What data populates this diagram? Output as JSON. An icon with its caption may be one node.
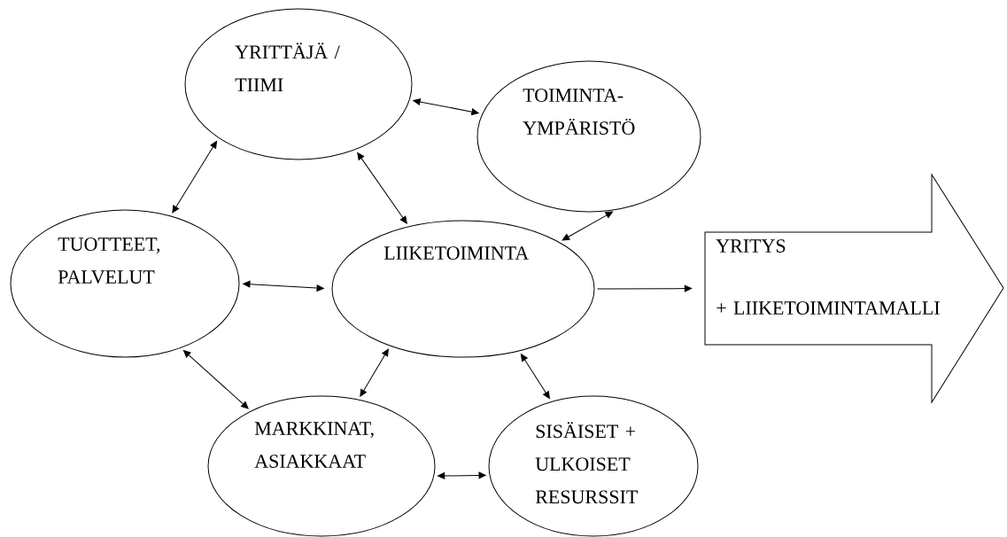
{
  "diagram": {
    "nodes": [
      {
        "text": [
          "YRITTÄJÄ / TIIMI"
        ]
      },
      {
        "text": [
          "TOIMINTA- YMPÄRISTÖ"
        ]
      },
      {
        "text": [
          "TUOTTEET, PALVELUT"
        ]
      },
      {
        "text": [
          "LIIKETOIMINTA"
        ]
      },
      {
        "text": [
          "YRITYS",
          "+ LIIKETOIMINTAMALLI"
        ]
      },
      {
        "text": [
          "MARKKINAT, ASIAKKAAT"
        ]
      },
      {
        "text": [
          "SISÄISET + ULKOISET RESURSSIT"
        ]
      }
    ],
    "edges": [
      {
        "from": 0,
        "to": 1,
        "arrow": "both"
      },
      {
        "from": 0,
        "to": 2,
        "arrow": "both"
      },
      {
        "from": 0,
        "to": 3,
        "arrow": "both"
      },
      {
        "from": 1,
        "to": 3,
        "arrow": "both"
      },
      {
        "from": 2,
        "to": 3,
        "arrow": "both"
      },
      {
        "from": 2,
        "to": 5,
        "arrow": "both"
      },
      {
        "from": 3,
        "to": 5,
        "arrow": "both"
      },
      {
        "from": 3,
        "to": 6,
        "arrow": "both"
      },
      {
        "from": 5,
        "to": 6,
        "arrow": "both"
      },
      {
        "from": 3,
        "to": 4,
        "arrow": "to"
      }
    ]
  }
}
